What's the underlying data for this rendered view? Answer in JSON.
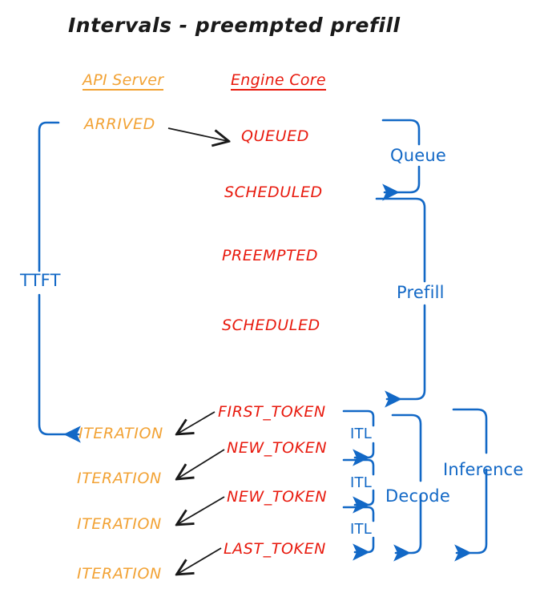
{
  "title": "Intervals - preempted prefill",
  "colors": {
    "api_server": "#F2A234",
    "engine_core": "#E8190D",
    "annotation_blue": "#1268C6",
    "arrow_black": "#1a1a1a",
    "background": "#FFFFFF"
  },
  "columns": {
    "api_server": "API Server",
    "engine_core": "Engine Core"
  },
  "api_server_events": [
    {
      "label": "ARRIVED"
    },
    {
      "label": "ITERATION"
    },
    {
      "label": "ITERATION"
    },
    {
      "label": "ITERATION"
    },
    {
      "label": "ITERATION"
    }
  ],
  "engine_core_events": [
    {
      "label": "QUEUED"
    },
    {
      "label": "SCHEDULED"
    },
    {
      "label": "PREEMPTED"
    },
    {
      "label": "SCHEDULED"
    },
    {
      "label": "FIRST_TOKEN"
    },
    {
      "label": "NEW_TOKEN"
    },
    {
      "label": "NEW_TOKEN"
    },
    {
      "label": "LAST_TOKEN"
    }
  ],
  "intervals": {
    "ttft": "TTFT",
    "queue": "Queue",
    "prefill": "Prefill",
    "itl": [
      "ITL",
      "ITL",
      "ITL"
    ],
    "decode": "Decode",
    "inference": "Inference"
  }
}
